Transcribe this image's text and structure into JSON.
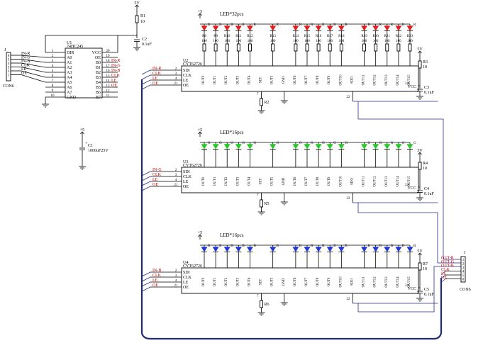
{
  "con6_left": {
    "ref": "J",
    "name": "CON6",
    "pins": [
      "6",
      "5",
      "4",
      "3",
      "2",
      "1"
    ]
  },
  "u1": {
    "ref": "U1",
    "part": "74HC245",
    "left_pins": [
      {
        "num": "1",
        "name": "DIR"
      },
      {
        "num": "2",
        "name": "A0"
      },
      {
        "num": "3",
        "name": "A1"
      },
      {
        "num": "4",
        "name": "A2"
      },
      {
        "num": "5",
        "name": "A3"
      },
      {
        "num": "6",
        "name": "A4"
      },
      {
        "num": "7",
        "name": "A5"
      },
      {
        "num": "8",
        "name": "A6"
      },
      {
        "num": "9",
        "name": "A7"
      },
      {
        "num": "10",
        "name": "GND"
      }
    ],
    "right_pins": [
      {
        "num": "20",
        "name": "VCC"
      },
      {
        "num": "19",
        "name": "OE"
      },
      {
        "num": "18",
        "name": "B0"
      },
      {
        "num": "17",
        "name": "B1"
      },
      {
        "num": "16",
        "name": "B2"
      },
      {
        "num": "15",
        "name": "B3"
      },
      {
        "num": "14",
        "name": "B4"
      },
      {
        "num": "13",
        "name": "B5"
      },
      {
        "num": "12",
        "name": "B6"
      },
      {
        "num": "11",
        "name": "B7"
      }
    ],
    "input_nets": [
      "IN-R",
      "IN-G",
      "IN-B",
      "CLK",
      "LE",
      "OE"
    ],
    "output_nets": [
      "IN-R",
      "IN-G",
      "IN-B",
      "CLK",
      "LE",
      "OE"
    ]
  },
  "r1": {
    "ref": "R1",
    "value": "10"
  },
  "c2": {
    "ref": "C2",
    "value": "0.1uF"
  },
  "c1": {
    "ref": "C1",
    "value": "1000uF25V"
  },
  "supply_5v": "5V",
  "supply_plus5": "+5",
  "drivers": [
    {
      "ref": "U2",
      "part": "CYT62726",
      "led_label": "LED*32pcs",
      "led_color": "#e02020",
      "led_letter": "R",
      "inputs": [
        {
          "net": "IN-R",
          "num": "2",
          "pin": "SDI"
        },
        {
          "net": "CLK",
          "num": "3",
          "pin": "CLK"
        },
        {
          "net": "LE",
          "num": "4",
          "pin": "LE"
        },
        {
          "net": "OE",
          "num": "21",
          "pin": "OE"
        }
      ],
      "bottom_pin": {
        "num": "7",
        "ref": "R2"
      },
      "sdo_num": "22",
      "vcc_num": "24",
      "resistors": [
        "R8",
        "R9",
        "R10",
        "R11",
        "R12",
        "R13",
        "R14",
        "R15",
        "R16",
        "R17",
        "R18",
        "R19",
        "R20",
        "R21",
        "R22",
        "R23"
      ],
      "res_value": "100",
      "rdec": {
        "ref": "R3",
        "value": "10"
      },
      "cdec": {
        "ref": "C3",
        "value": "0.1uF"
      }
    },
    {
      "ref": "U3",
      "part": "CYT62726",
      "led_label": "LED*16pcs",
      "led_color": "#22cc22",
      "led_letter": "G",
      "inputs": [
        {
          "net": "IN-G",
          "num": "2",
          "pin": "SDI"
        },
        {
          "net": "CLK",
          "num": "3",
          "pin": "CLK"
        },
        {
          "net": "LE",
          "num": "4",
          "pin": "LE"
        },
        {
          "net": "OE",
          "num": "21",
          "pin": "OE"
        }
      ],
      "bottom_pin": {
        "num": "7",
        "ref": "R5"
      },
      "sdo_num": "22",
      "vcc_num": "24",
      "resistors": [],
      "res_value": "",
      "rdec": {
        "ref": "R4",
        "value": "10"
      },
      "cdec": {
        "ref": "C4",
        "value": "0.1uF"
      }
    },
    {
      "ref": "U4",
      "part": "CYT62726",
      "led_label": "LED*16pcs",
      "led_color": "#2038d8",
      "led_letter": "B",
      "inputs": [
        {
          "net": "IN-B",
          "num": "2",
          "pin": "SDI"
        },
        {
          "net": "CLK",
          "num": "3",
          "pin": "CLK"
        },
        {
          "net": "LE",
          "num": "4",
          "pin": "LE"
        },
        {
          "net": "OE",
          "num": "21",
          "pin": "OE"
        }
      ],
      "bottom_pin": {
        "num": "7",
        "ref": "R6"
      },
      "sdo_num": "22",
      "vcc_num": "24",
      "resistors": [],
      "res_value": "",
      "rdec": {
        "ref": "R7",
        "value": "10"
      },
      "cdec": {
        "ref": "C5",
        "value": "0.1uF"
      }
    }
  ],
  "outputs": [
    "OUT0",
    "OUT1",
    "OUT2",
    "OUT3",
    "OUT4",
    "OUT5",
    "OUT6",
    "OUT7",
    "OUT8",
    "OUT9",
    "OUT10",
    "OUT11",
    "OUT12",
    "OUT13",
    "OUT14",
    "OUT15"
  ],
  "mid_pins": [
    "SET",
    "GND",
    "SDO"
  ],
  "con6_right": {
    "ref": "J",
    "name": "CON6",
    "pins": [
      "1",
      "2",
      "3",
      "4",
      "5",
      "6"
    ],
    "nets": [
      "OUT-R",
      "OUT-G",
      "OUT-B",
      "CLK",
      "LE",
      "OE"
    ]
  }
}
